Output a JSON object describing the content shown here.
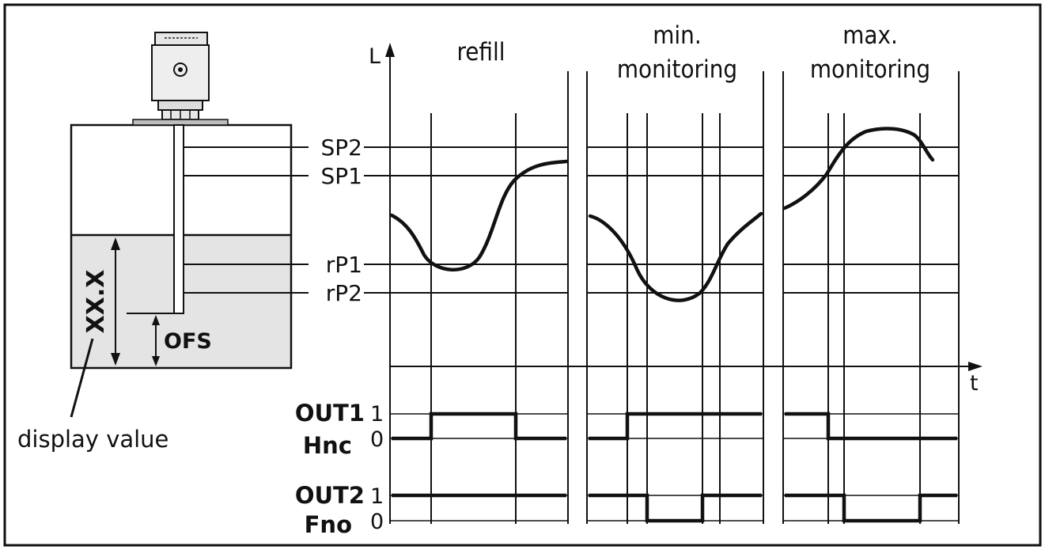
{
  "sections": {
    "refill": "refill",
    "min_line1": "min.",
    "min_line2": "monitoring",
    "max_line1": "max.",
    "max_line2": "monitoring"
  },
  "axes": {
    "level": "L",
    "time": "t"
  },
  "levels": {
    "sp2": "SP2",
    "sp1": "SP1",
    "rp1": "rP1",
    "rp2": "rP2"
  },
  "tank": {
    "value_label": "XX.X",
    "offset_label": "OFS",
    "display_value": "display value"
  },
  "outputs": {
    "out1": "OUT1",
    "out1_mode": "Hnc",
    "out2": "OUT2",
    "out2_mode": "Fno",
    "high": "1",
    "low": "0"
  }
}
